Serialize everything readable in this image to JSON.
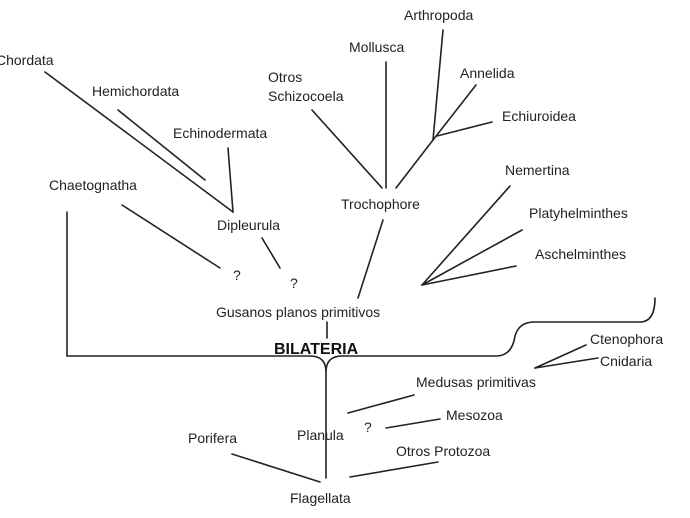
{
  "taxa": {
    "chordata": "Chordata",
    "hemichordata": "Hemichordata",
    "echinodermata": "Echinodermata",
    "chaetognatha": "Chaetognatha",
    "dipleurula": "Dipleurula",
    "otros_schizocoela_1": "Otros",
    "otros_schizocoela_2": "Schizocoela",
    "mollusca": "Mollusca",
    "arthropoda": "Arthropoda",
    "annelida": "Annelida",
    "echiuroidea": "Echiuroidea",
    "trochophore": "Trochophore",
    "nemertina": "Nemertina",
    "platyhelminthes": "Platyhelminthes",
    "aschelminthes": "Aschelminthes",
    "gusanos_planos": "Gusanos planos primitivos",
    "bilateria": "BILATERIA",
    "ctenophora": "Ctenophora",
    "cnidaria": "Cnidaria",
    "medusas_primitivas": "Medusas primitivas",
    "mesozoa": "Mesozoa",
    "planula": "Planula",
    "porifera": "Porifera",
    "otros_protozoa": "Otros Protozoa",
    "flagellata": "Flagellata"
  },
  "uncertain_mark": "?"
}
